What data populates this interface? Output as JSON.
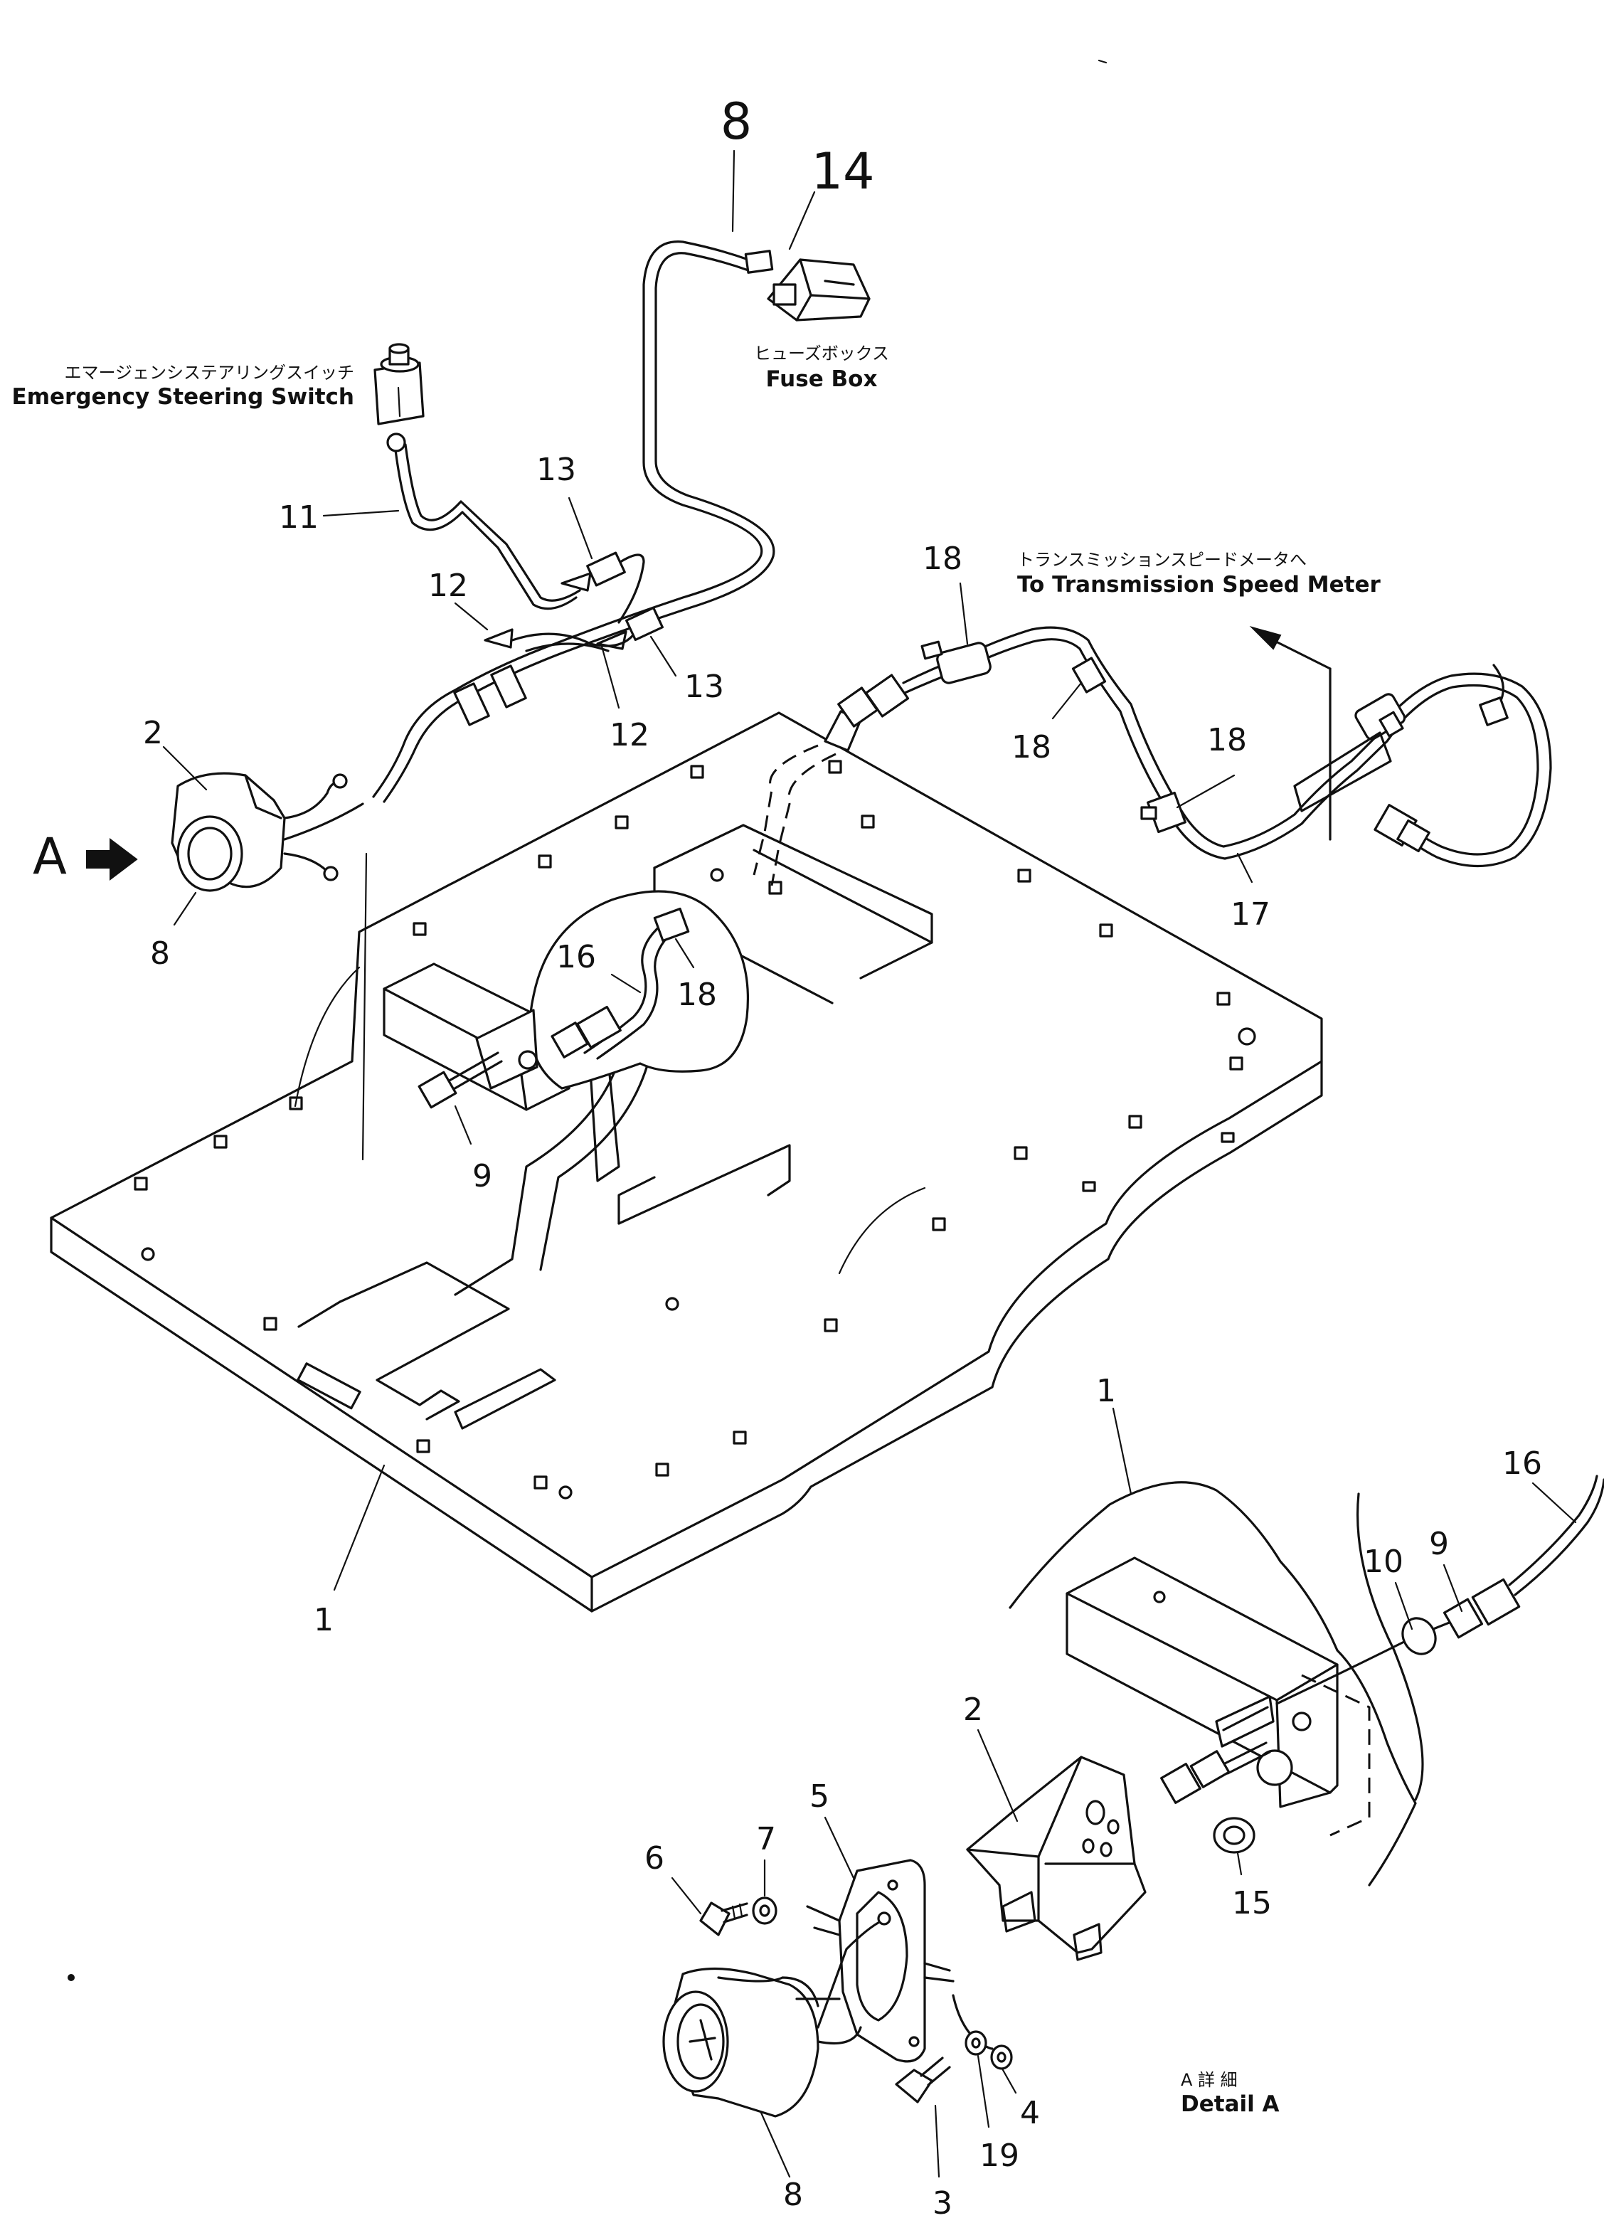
{
  "labels": {
    "emergency_switch_jp": "エマージェンシステアリングスイッチ",
    "emergency_switch_en": "Emergency  Steering  Switch",
    "fuse_box_jp": "ヒューズボックス",
    "fuse_box_en": "Fuse  Box",
    "speed_meter_jp": "トランスミッションスピードメータへ",
    "speed_meter_en": "To  Transmission  Speed  Meter",
    "detail_jp": "A  詳 細",
    "detail_en": "Detail  A",
    "view_arrow": "A"
  },
  "callouts": [
    {
      "id": "c-8-top",
      "text": "8"
    },
    {
      "id": "c-14",
      "text": "14"
    },
    {
      "id": "c-11",
      "text": "11"
    },
    {
      "id": "c-13-a",
      "text": "13"
    },
    {
      "id": "c-12-a",
      "text": "12"
    },
    {
      "id": "c-13-b",
      "text": "13"
    },
    {
      "id": "c-12-b",
      "text": "12"
    },
    {
      "id": "c-2-top",
      "text": "2"
    },
    {
      "id": "c-8-left",
      "text": "8"
    },
    {
      "id": "c-16-a",
      "text": "16"
    },
    {
      "id": "c-18-a",
      "text": "18"
    },
    {
      "id": "c-9-a",
      "text": "9"
    },
    {
      "id": "c-18-b",
      "text": "18"
    },
    {
      "id": "c-18-c",
      "text": "18"
    },
    {
      "id": "c-18-d",
      "text": "18"
    },
    {
      "id": "c-17",
      "text": "17"
    },
    {
      "id": "c-1-a",
      "text": "1"
    },
    {
      "id": "c-1-b",
      "text": "1"
    },
    {
      "id": "c-16-b",
      "text": "16"
    },
    {
      "id": "c-10",
      "text": "10"
    },
    {
      "id": "c-9-b",
      "text": "9"
    },
    {
      "id": "c-2-b",
      "text": "2"
    },
    {
      "id": "c-15",
      "text": "15"
    },
    {
      "id": "c-5",
      "text": "5"
    },
    {
      "id": "c-7",
      "text": "7"
    },
    {
      "id": "c-6",
      "text": "6"
    },
    {
      "id": "c-4",
      "text": "4"
    },
    {
      "id": "c-19",
      "text": "19"
    },
    {
      "id": "c-8-bottom",
      "text": "8"
    },
    {
      "id": "c-3",
      "text": "3"
    }
  ]
}
